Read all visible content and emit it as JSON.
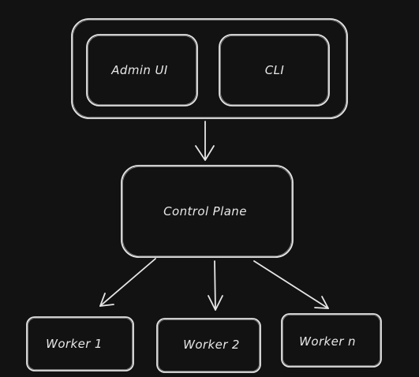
{
  "colors": {
    "background": "#121212",
    "stroke": "#e6e6e6",
    "text": "#e8e8e8"
  },
  "nodes": {
    "admin_ui": {
      "label": "Admin UI"
    },
    "cli": {
      "label": "CLI"
    },
    "control_plane": {
      "label": "Control Plane"
    },
    "worker_1": {
      "label": "Worker 1"
    },
    "worker_2": {
      "label": "Worker 2"
    },
    "worker_n": {
      "label": "Worker n"
    }
  },
  "edges": [
    {
      "from": "client-group",
      "to": "control_plane"
    },
    {
      "from": "control_plane",
      "to": "worker_1"
    },
    {
      "from": "control_plane",
      "to": "worker_2"
    },
    {
      "from": "control_plane",
      "to": "worker_n"
    }
  ]
}
